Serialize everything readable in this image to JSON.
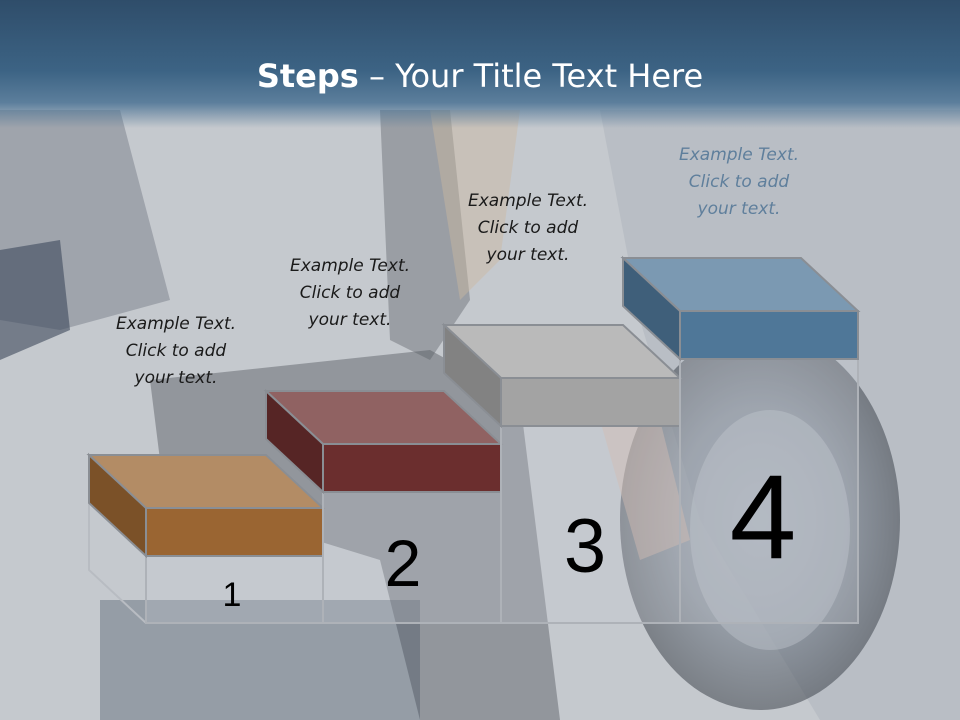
{
  "title": {
    "bold": "Steps",
    "rest": " – Your Title Text Here"
  },
  "steps": [
    {
      "number": "1",
      "caption": [
        "Example Text.",
        "Click  to add",
        "your text."
      ],
      "color": "#9a6532"
    },
    {
      "number": "2",
      "caption": [
        "Example Text.",
        "Click  to add",
        "your text."
      ],
      "color": "#6b2e2e"
    },
    {
      "number": "3",
      "caption": [
        "Example Text.",
        "Click  to add",
        "your text."
      ],
      "color": "#a3a3a3"
    },
    {
      "number": "4",
      "caption": [
        "Example Text.",
        "Click  to add",
        "your text."
      ],
      "color": "#4f7798"
    }
  ]
}
